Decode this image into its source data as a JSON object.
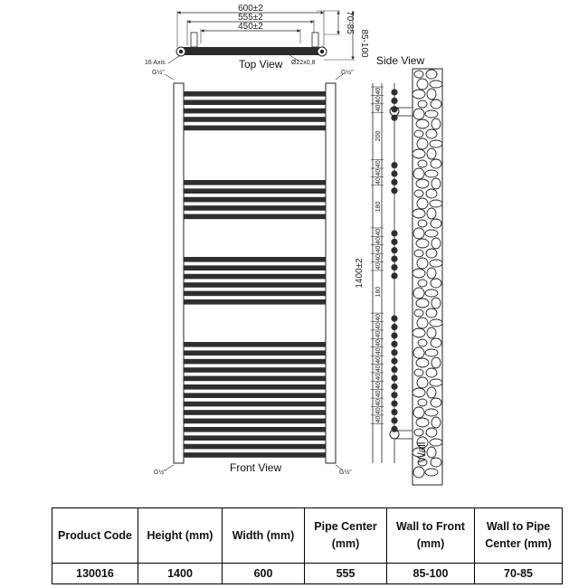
{
  "top_view": {
    "label": "Top View",
    "dims": [
      "600±2",
      "555±2",
      "450±2",
      "70-85",
      "85-100"
    ],
    "axis_note": "16 Axis",
    "pipe_note": "Ø22x0,8"
  },
  "side_view": {
    "label": "Side View",
    "height_dim": "1400±2",
    "spacings": [
      "40",
      "40",
      "40",
      "200",
      "40",
      "40",
      "40",
      "180",
      "40",
      "40",
      "40",
      "40",
      "40",
      "180",
      "40",
      "40",
      "40",
      "40",
      "40",
      "40",
      "40",
      "40",
      "40",
      "40",
      "40",
      "40",
      "40"
    ],
    "wall_label": "Wall"
  },
  "front_view": {
    "label": "Front View",
    "connection_labels": [
      "G½\"",
      "G½\"",
      "G½\"",
      "G½\""
    ]
  },
  "table": {
    "headers": [
      "Product  Code",
      "Height (mm)",
      "Width (mm)",
      "Pipe Center (mm)",
      "Wall to Front (mm)",
      "Wall to Pipe Center (mm)"
    ],
    "rows": [
      [
        "130016",
        "1400",
        "600",
        "555",
        "85-100",
        "70-85"
      ]
    ]
  }
}
